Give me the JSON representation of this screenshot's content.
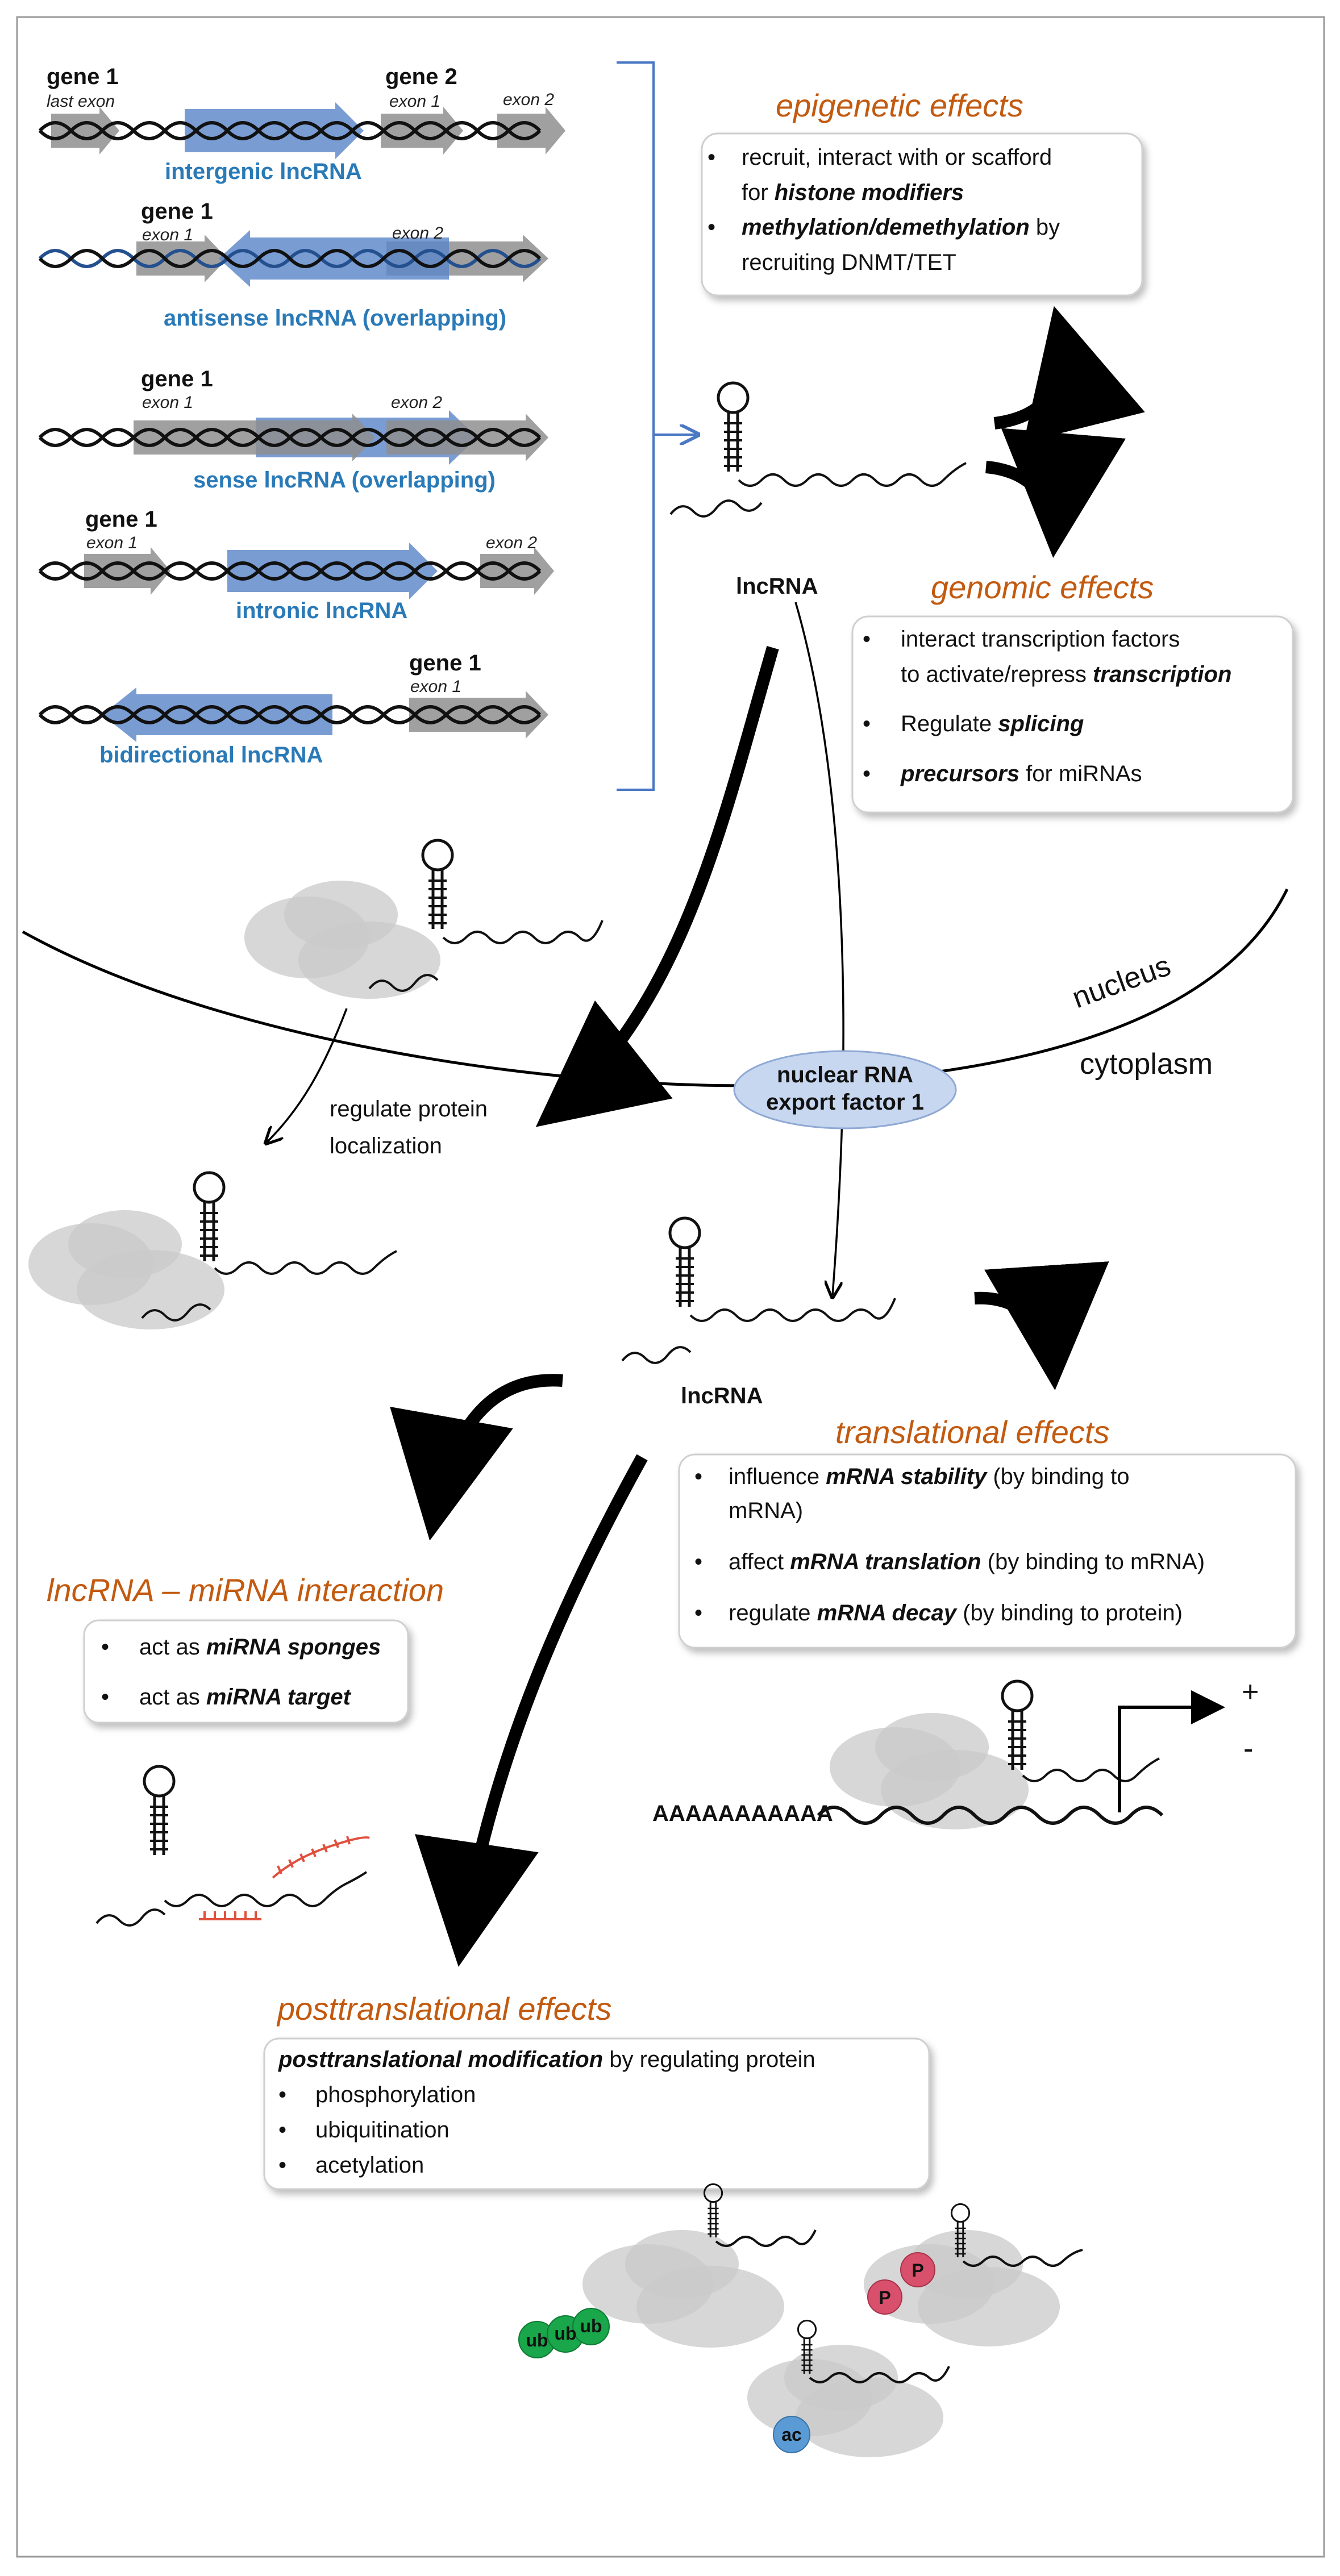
{
  "structures": {
    "intergenic": {
      "gene_left": "gene 1",
      "exon_left": "last exon",
      "gene_right": "gene 2",
      "exon_r1": "exon 1",
      "exon_r2": "exon 2",
      "label": "intergenic lncRNA"
    },
    "antisense": {
      "gene": "gene 1",
      "exon1": "exon 1",
      "exon2": "exon 2",
      "label": "antisense lncRNA (overlapping)"
    },
    "sense": {
      "gene": "gene 1",
      "exon1": "exon 1",
      "exon2": "exon 2",
      "label": "sense lncRNA (overlapping)"
    },
    "intronic": {
      "gene": "gene 1",
      "exon1": "exon 1",
      "exon2": "exon 2",
      "label": "intronic lncRNA"
    },
    "bidirectional": {
      "gene": "gene 1",
      "exon1": "exon 1",
      "label": "bidirectional lncRNA"
    }
  },
  "epigenetic": {
    "title": "epigenetic effects",
    "b1_l1": "recruit, interact with or scafford",
    "b1_l2_pre": "for ",
    "b1_l2_em": "histone modifiers",
    "b2_l1_em": "methylation/demethylation",
    "b2_l1_post": " by",
    "b2_l2": "recruiting DNMT/TET"
  },
  "genomic": {
    "title": "genomic effects",
    "b1_l1": "interact transcription factors",
    "b1_l2_pre": "to activate/repress ",
    "b1_l2_em": "transcription",
    "b2_pre": "Regulate ",
    "b2_em": "splicing",
    "b3_em": "precursors",
    "b3_post": " for miRNAs"
  },
  "lncrna_label_top": "lncRNA",
  "lncrna_label_mid": "lncRNA",
  "nucleus_label": "nucleus",
  "cytoplasm_label": "cytoplasm",
  "export_factor": {
    "line1": "nuclear RNA",
    "line2": "export factor 1"
  },
  "protein_localization": {
    "line1": "regulate protein",
    "line2": "localization"
  },
  "translational": {
    "title": "translational effects",
    "b1_pre": "influence ",
    "b1_em": "mRNA stability",
    "b1_post": " (by binding to",
    "b1_l2": "mRNA)",
    "b2_pre": "affect ",
    "b2_em": "mRNA translation",
    "b2_post": " (by binding to mRNA)",
    "b3_pre": "regulate ",
    "b3_em": "mRNA decay",
    "b3_post": " (by binding to protein)"
  },
  "mirna": {
    "title": "lncRNA – miRNA interaction",
    "b1_pre": "act as ",
    "b1_em": "miRNA sponges",
    "b2_pre": "act as ",
    "b2_em": "miRNA target"
  },
  "poly_a": "AAAAAAAAAAA",
  "plus_sign": "+",
  "minus_sign": "-",
  "posttranslational": {
    "title": "posttranslational effects",
    "lead_em": "posttranslational modification",
    "lead_post": " by regulating protein",
    "items": [
      "phosphorylation",
      "ubiquitination",
      "acetylation"
    ]
  },
  "modifications": {
    "ub1": "ub",
    "ub2": "ub",
    "ub3": "ub",
    "p1": "P",
    "p2": "P",
    "ac": "ac"
  },
  "colors": {
    "heading": "#c25a10",
    "lncrna_blue": "#2a7ab8",
    "ub": "#1aa64a",
    "p": "#d8506b",
    "ac": "#5b9bd5",
    "export_fill": "#c7d7f0"
  }
}
